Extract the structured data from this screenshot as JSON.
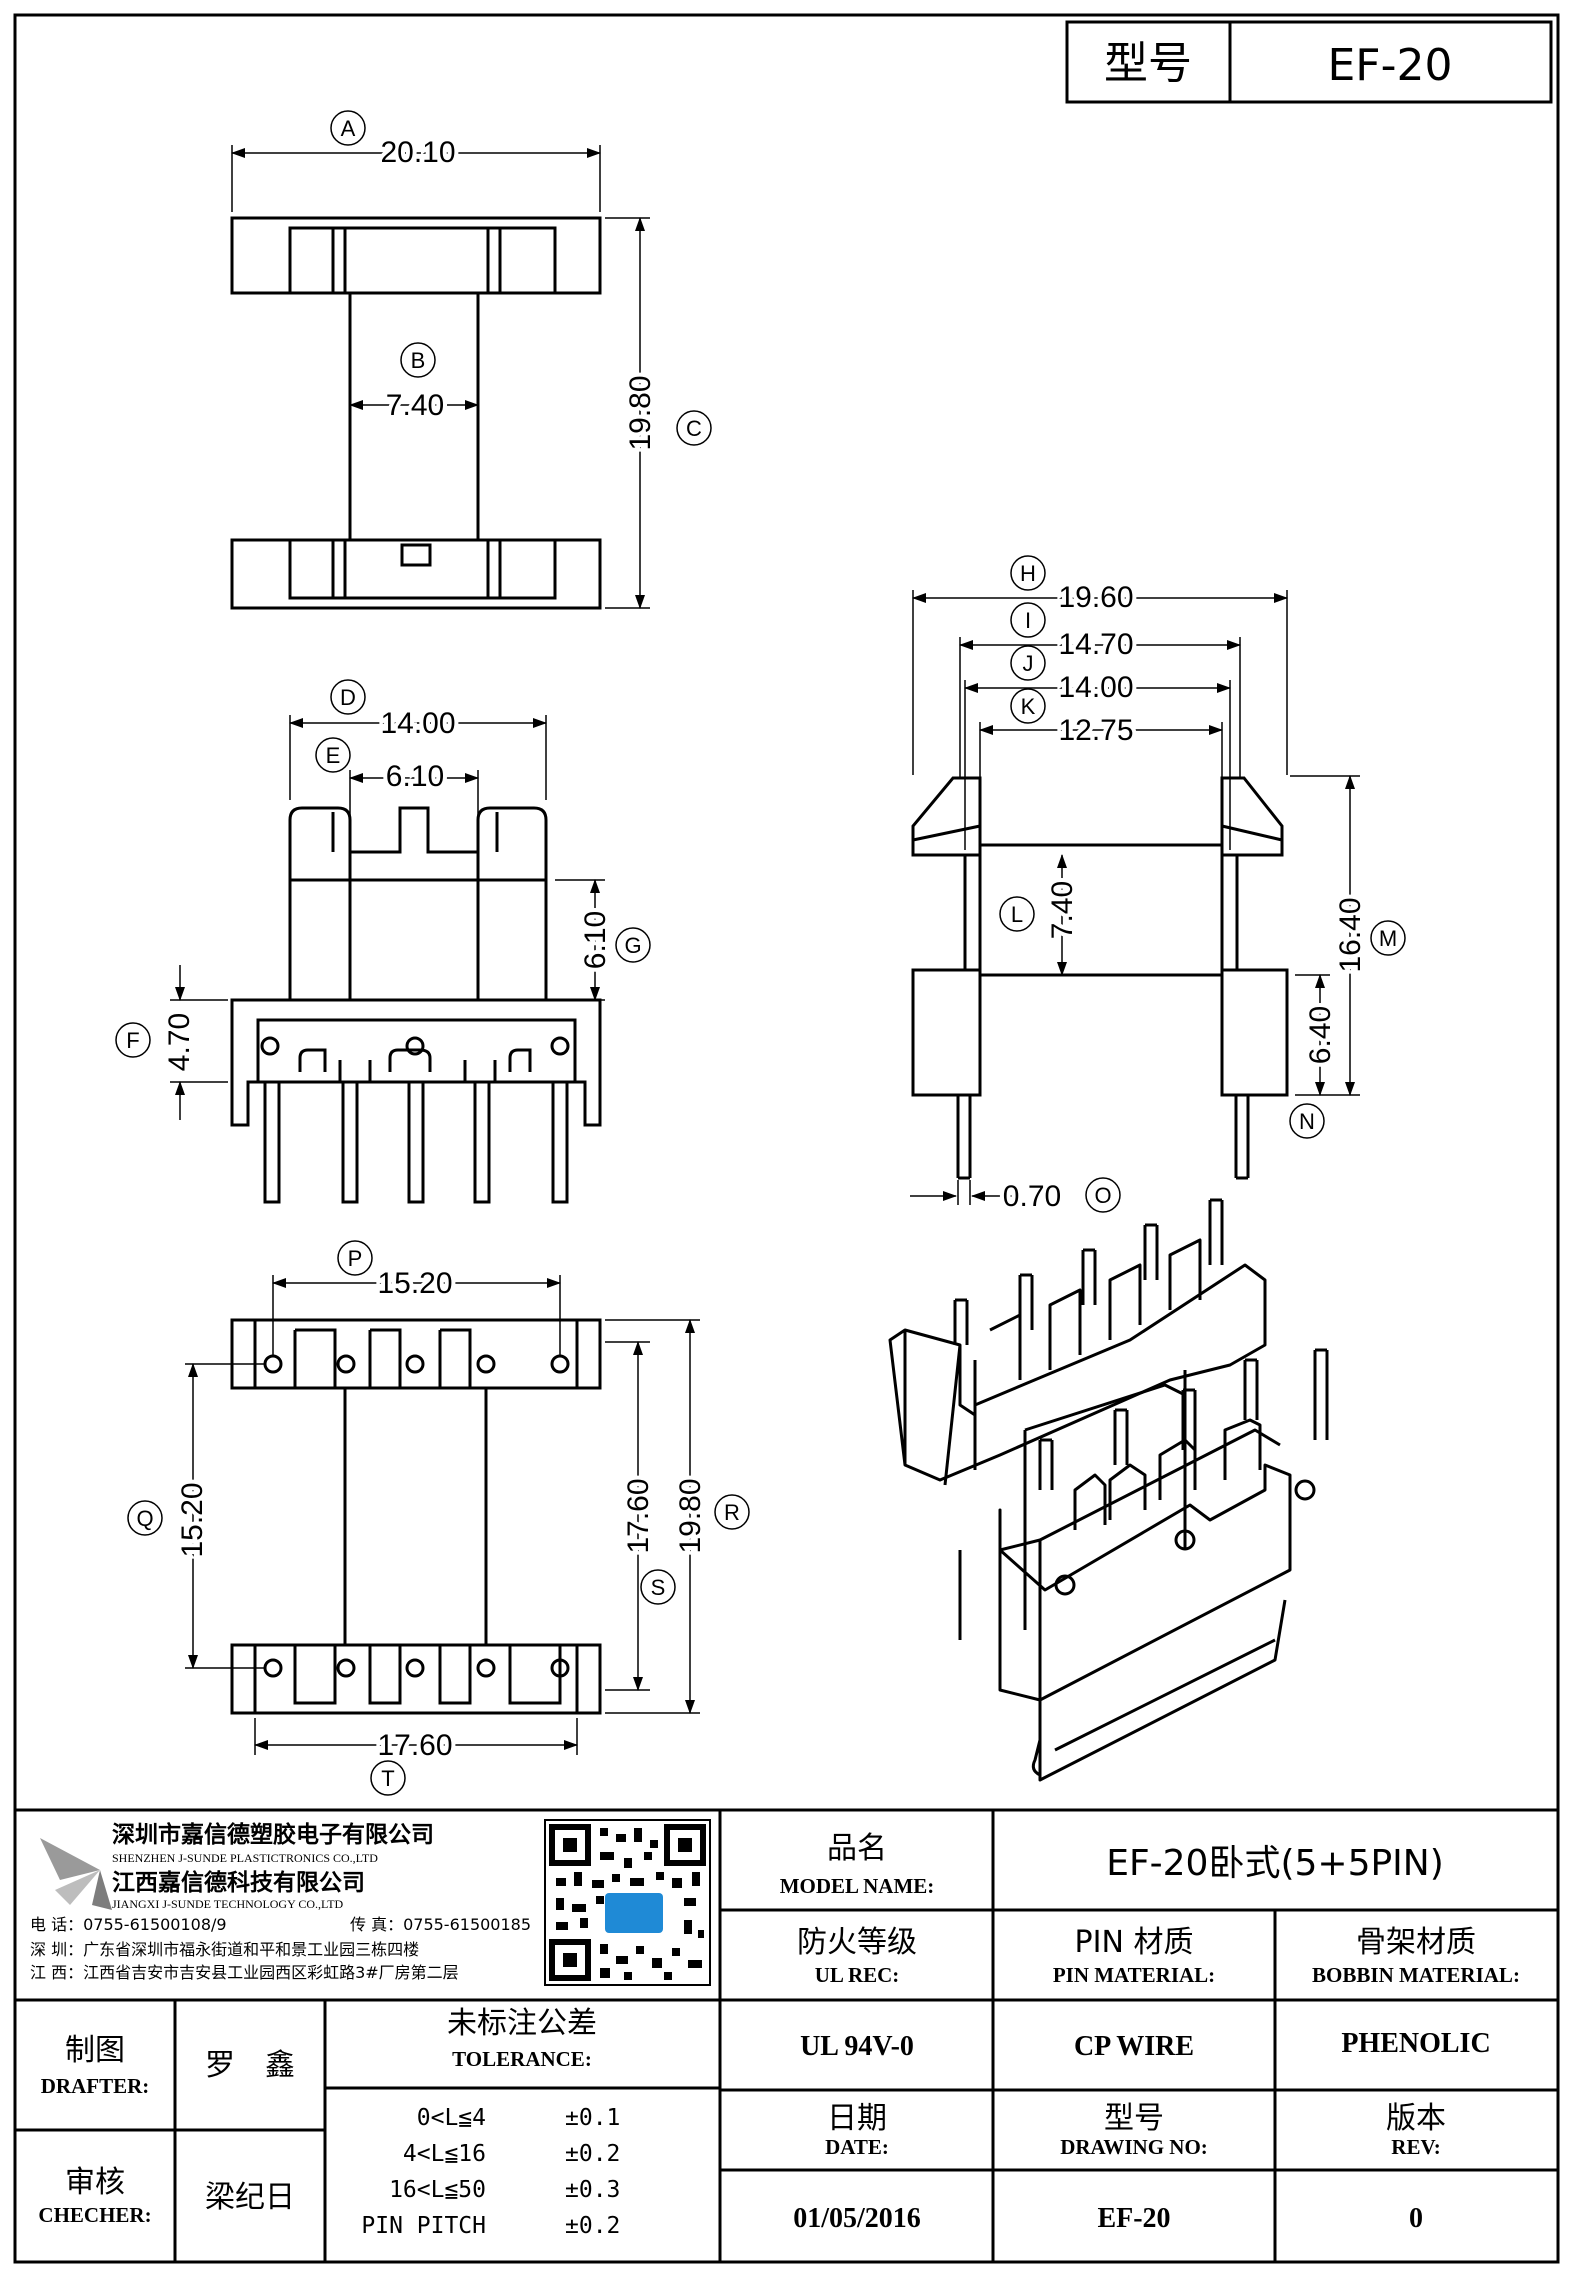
{
  "header": {
    "type_label": "型号",
    "type_value": "EF-20"
  },
  "dims": {
    "A": {
      "letter": "A",
      "value": "20.10"
    },
    "B": {
      "letter": "B",
      "value": "7.40"
    },
    "C": {
      "letter": "C",
      "value": "19.80"
    },
    "D": {
      "letter": "D",
      "value": "14.00"
    },
    "E": {
      "letter": "E",
      "value": "6.10"
    },
    "F": {
      "letter": "F",
      "value": "4.70"
    },
    "G": {
      "letter": "G",
      "value": "6.10"
    },
    "H": {
      "letter": "H",
      "value": "19.60"
    },
    "I": {
      "letter": "I",
      "value": "14.70"
    },
    "J": {
      "letter": "J",
      "value": "14.00"
    },
    "K": {
      "letter": "K",
      "value": "12.75"
    },
    "L": {
      "letter": "L",
      "value": "7.40"
    },
    "M": {
      "letter": "M",
      "value": "16.40"
    },
    "N": {
      "letter": "N",
      "value": "6.40"
    },
    "O": {
      "letter": "O",
      "value": "0.70"
    },
    "P": {
      "letter": "P",
      "value": "15.20"
    },
    "Q": {
      "letter": "Q",
      "value": "15.20"
    },
    "R": {
      "letter": "R",
      "value": "19.80"
    },
    "S": {
      "letter": "S",
      "value": "17.60"
    },
    "T": {
      "letter": "T",
      "value": "17.60"
    }
  },
  "company": {
    "name_cn_1": "深圳市嘉信德塑胶电子有限公司",
    "name_en_1": "SHENZHEN J-SUNDE PLASTICTRONICS CO.,LTD",
    "name_cn_2": "江西嘉信德科技有限公司",
    "name_en_2": "JIANGXI J-SUNDE TECHNOLOGY CO.,LTD",
    "tel": "电 话：0755-61500108/9",
    "fax": "传 真：0755-61500185",
    "addr_sz": "深 圳：广东省深圳市福永街道和平和景工业园三栋四楼",
    "addr_jx": "江 西：江西省吉安市吉安县工业园西区彩虹路3#厂房第二层"
  },
  "title_block": {
    "model_name_cn": "品名",
    "model_name_en": "MODEL NAME:",
    "model_name_value": "EF-20卧式(5+5PIN)",
    "ul_cn": "防火等级",
    "ul_en": "UL REC:",
    "pin_cn": "PIN 材质",
    "pin_en": "PIN MATERIAL:",
    "bobbin_cn": "骨架材质",
    "bobbin_en": "BOBBIN MATERIAL:",
    "ul_value": "UL 94V-0",
    "pin_value": "CP WIRE",
    "bobbin_value": "PHENOLIC",
    "date_cn": "日期",
    "date_en": "DATE:",
    "dwg_cn": "型号",
    "dwg_en": "DRAWING NO:",
    "rev_cn": "版本",
    "rev_en": "REV:",
    "date_value": "01/05/2016",
    "dwg_value": "EF-20",
    "rev_value": "0",
    "drafter_cn": "制图",
    "drafter_en": "DRAFTER:",
    "drafter_name": "罗　鑫",
    "checker_cn": "审核",
    "checker_en": "CHECHER:",
    "checker_name": "梁纪日",
    "tolerance_cn": "未标注公差",
    "tolerance_en": "TOLERANCE:",
    "tolerances": [
      {
        "range": "0<L≦4",
        "tol": "±0.1"
      },
      {
        "range": "4<L≦16",
        "tol": "±0.2"
      },
      {
        "range": "16<L≦50",
        "tol": "±0.3"
      },
      {
        "range": "PIN PITCH",
        "tol": "±0.2"
      }
    ]
  }
}
